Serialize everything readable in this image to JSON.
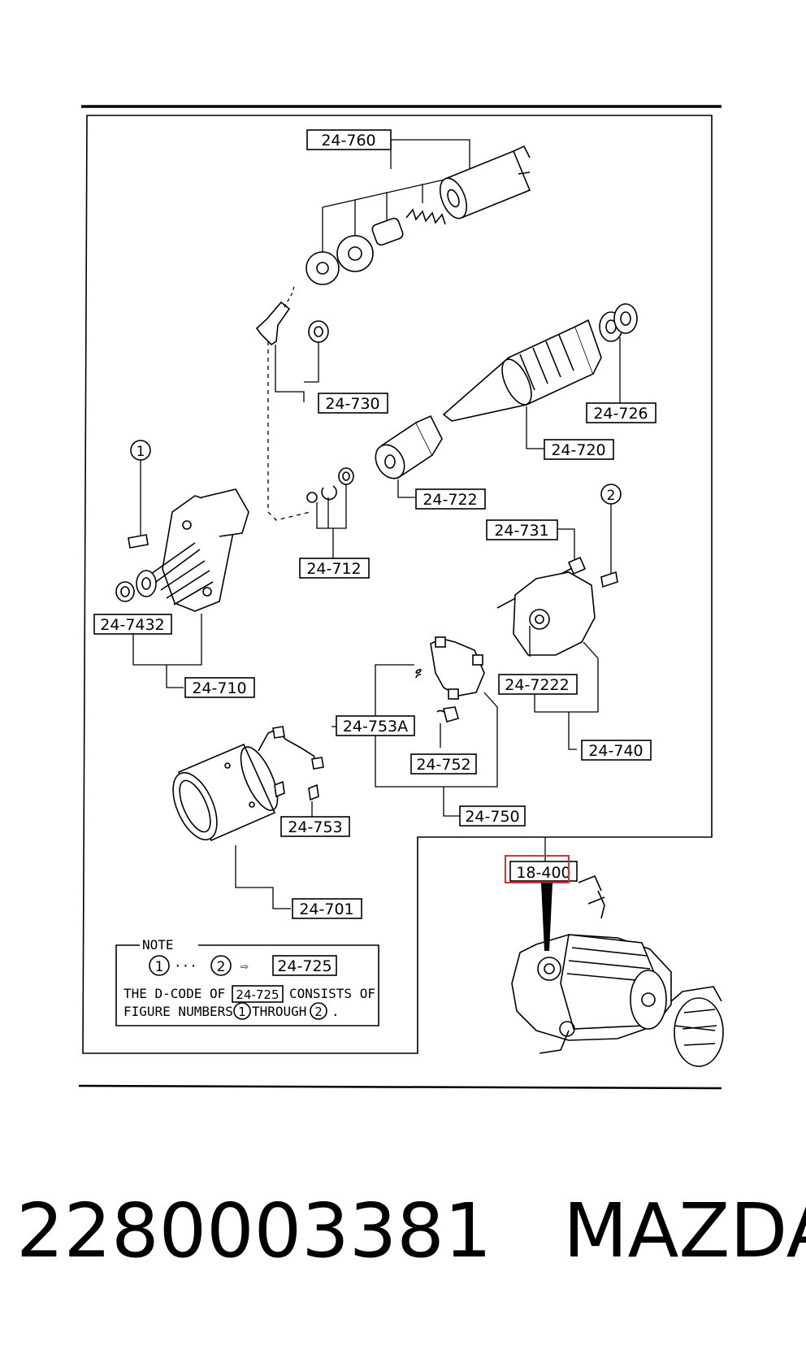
{
  "labels": {
    "l760": "24-760",
    "l730": "24-730",
    "l726": "24-726",
    "l720": "24-720",
    "l722": "24-722",
    "l712": "24-712",
    "l731": "24-731",
    "l7432": "24-7432",
    "l710": "24-710",
    "l7222": "24-7222",
    "l753a": "24-753A",
    "l740": "24-740",
    "l752": "24-752",
    "l750": "24-750",
    "l753": "24-753",
    "l701": "24-701",
    "l18400": "18-400"
  },
  "circles": {
    "c1": "1",
    "c2": "2"
  },
  "note": {
    "title": "NOTE",
    "dots": "···",
    "arrow": "⇨",
    "code": "24-725",
    "line1_pre": "THE D-CODE OF",
    "line1_post": "CONSISTS OF",
    "line2_pre": "FIGURE NUMBERS",
    "line2_mid": "THROUGH",
    "line2_end": "."
  },
  "caption": {
    "part_number": "2280003381",
    "brand": "MAZDA"
  },
  "colors": {
    "highlight": "#e03030",
    "ink": "#000000"
  }
}
